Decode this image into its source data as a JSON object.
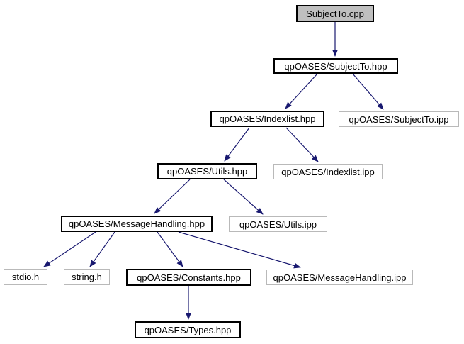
{
  "diagram": {
    "type": "include-dependency-graph",
    "edge_color": "#191970",
    "root_fill_color": "#bfbfbf",
    "documented_border_color": "#000000",
    "undocumented_border_color": "#b9b9b9",
    "nodes": [
      {
        "id": "subjectto-cpp",
        "label": "SubjectTo.cpp",
        "kind": "root"
      },
      {
        "id": "subjectto-hpp",
        "label": "qpOASES/SubjectTo.hpp",
        "kind": "documented"
      },
      {
        "id": "indexlist-hpp",
        "label": "qpOASES/Indexlist.hpp",
        "kind": "documented"
      },
      {
        "id": "subjectto-ipp",
        "label": "qpOASES/SubjectTo.ipp",
        "kind": "undocumented"
      },
      {
        "id": "utils-hpp",
        "label": "qpOASES/Utils.hpp",
        "kind": "documented"
      },
      {
        "id": "indexlist-ipp",
        "label": "qpOASES/Indexlist.ipp",
        "kind": "undocumented"
      },
      {
        "id": "messagehandling-hpp",
        "label": "qpOASES/MessageHandling.hpp",
        "kind": "documented"
      },
      {
        "id": "utils-ipp",
        "label": "qpOASES/Utils.ipp",
        "kind": "undocumented"
      },
      {
        "id": "stdio-h",
        "label": "stdio.h",
        "kind": "undocumented"
      },
      {
        "id": "string-h",
        "label": "string.h",
        "kind": "undocumented"
      },
      {
        "id": "constants-hpp",
        "label": "qpOASES/Constants.hpp",
        "kind": "documented"
      },
      {
        "id": "messagehandling-ipp",
        "label": "qpOASES/MessageHandling.ipp",
        "kind": "undocumented"
      },
      {
        "id": "types-hpp",
        "label": "qpOASES/Types.hpp",
        "kind": "documented"
      }
    ],
    "edges": [
      {
        "from": "SubjectTo.cpp",
        "to": "qpOASES/SubjectTo.hpp"
      },
      {
        "from": "qpOASES/SubjectTo.hpp",
        "to": "qpOASES/Indexlist.hpp"
      },
      {
        "from": "qpOASES/SubjectTo.hpp",
        "to": "qpOASES/SubjectTo.ipp"
      },
      {
        "from": "qpOASES/Indexlist.hpp",
        "to": "qpOASES/Utils.hpp"
      },
      {
        "from": "qpOASES/Indexlist.hpp",
        "to": "qpOASES/Indexlist.ipp"
      },
      {
        "from": "qpOASES/Utils.hpp",
        "to": "qpOASES/MessageHandling.hpp"
      },
      {
        "from": "qpOASES/Utils.hpp",
        "to": "qpOASES/Utils.ipp"
      },
      {
        "from": "qpOASES/MessageHandling.hpp",
        "to": "stdio.h"
      },
      {
        "from": "qpOASES/MessageHandling.hpp",
        "to": "string.h"
      },
      {
        "from": "qpOASES/MessageHandling.hpp",
        "to": "qpOASES/Constants.hpp"
      },
      {
        "from": "qpOASES/MessageHandling.hpp",
        "to": "qpOASES/MessageHandling.ipp"
      },
      {
        "from": "qpOASES/Constants.hpp",
        "to": "qpOASES/Types.hpp"
      }
    ]
  }
}
